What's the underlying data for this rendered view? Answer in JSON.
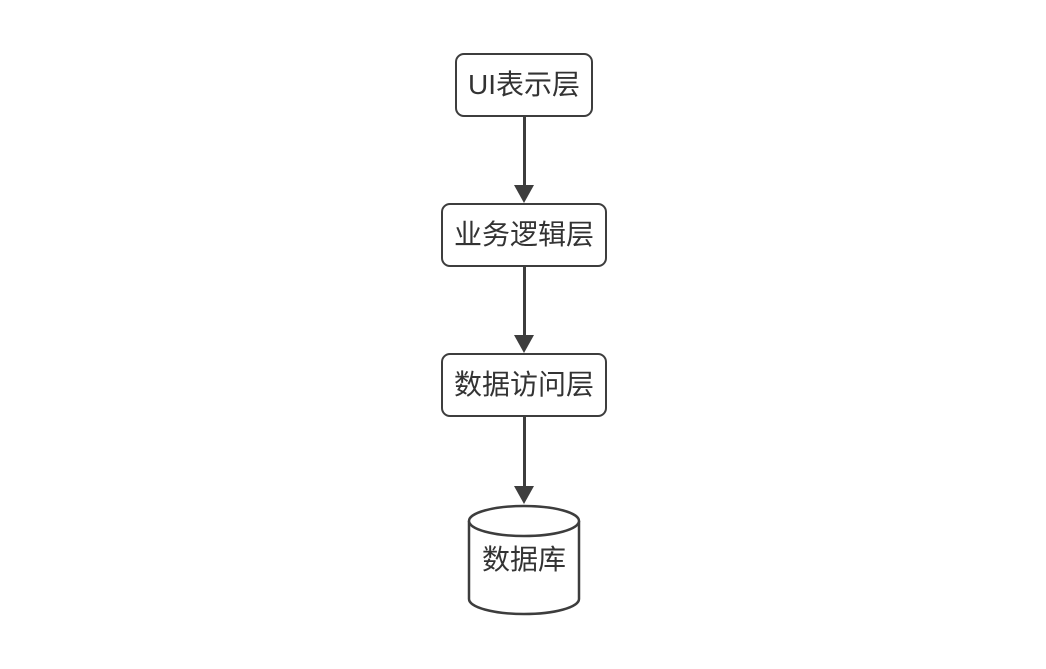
{
  "diagram": {
    "title": "three-tier-architecture-flowchart",
    "nodes": [
      {
        "id": "ui",
        "label": "UI表示层",
        "shape": "rounded-rectangle"
      },
      {
        "id": "biz",
        "label": "业务逻辑层",
        "shape": "rounded-rectangle"
      },
      {
        "id": "dal",
        "label": "数据访问层",
        "shape": "rounded-rectangle"
      },
      {
        "id": "db",
        "label": "数据库",
        "shape": "cylinder"
      }
    ],
    "edges": [
      {
        "from": "UI表示层",
        "to": "业务逻辑层",
        "style": "solid-arrow-down"
      },
      {
        "from": "业务逻辑层",
        "to": "数据访问层",
        "style": "solid-arrow-down"
      },
      {
        "from": "数据访问层",
        "to": "数据库",
        "style": "solid-arrow-down"
      }
    ],
    "colors": {
      "background": "#ffffff",
      "stroke": "#3d3d3d",
      "text": "#333333",
      "node_fill": "#ffffff"
    }
  }
}
